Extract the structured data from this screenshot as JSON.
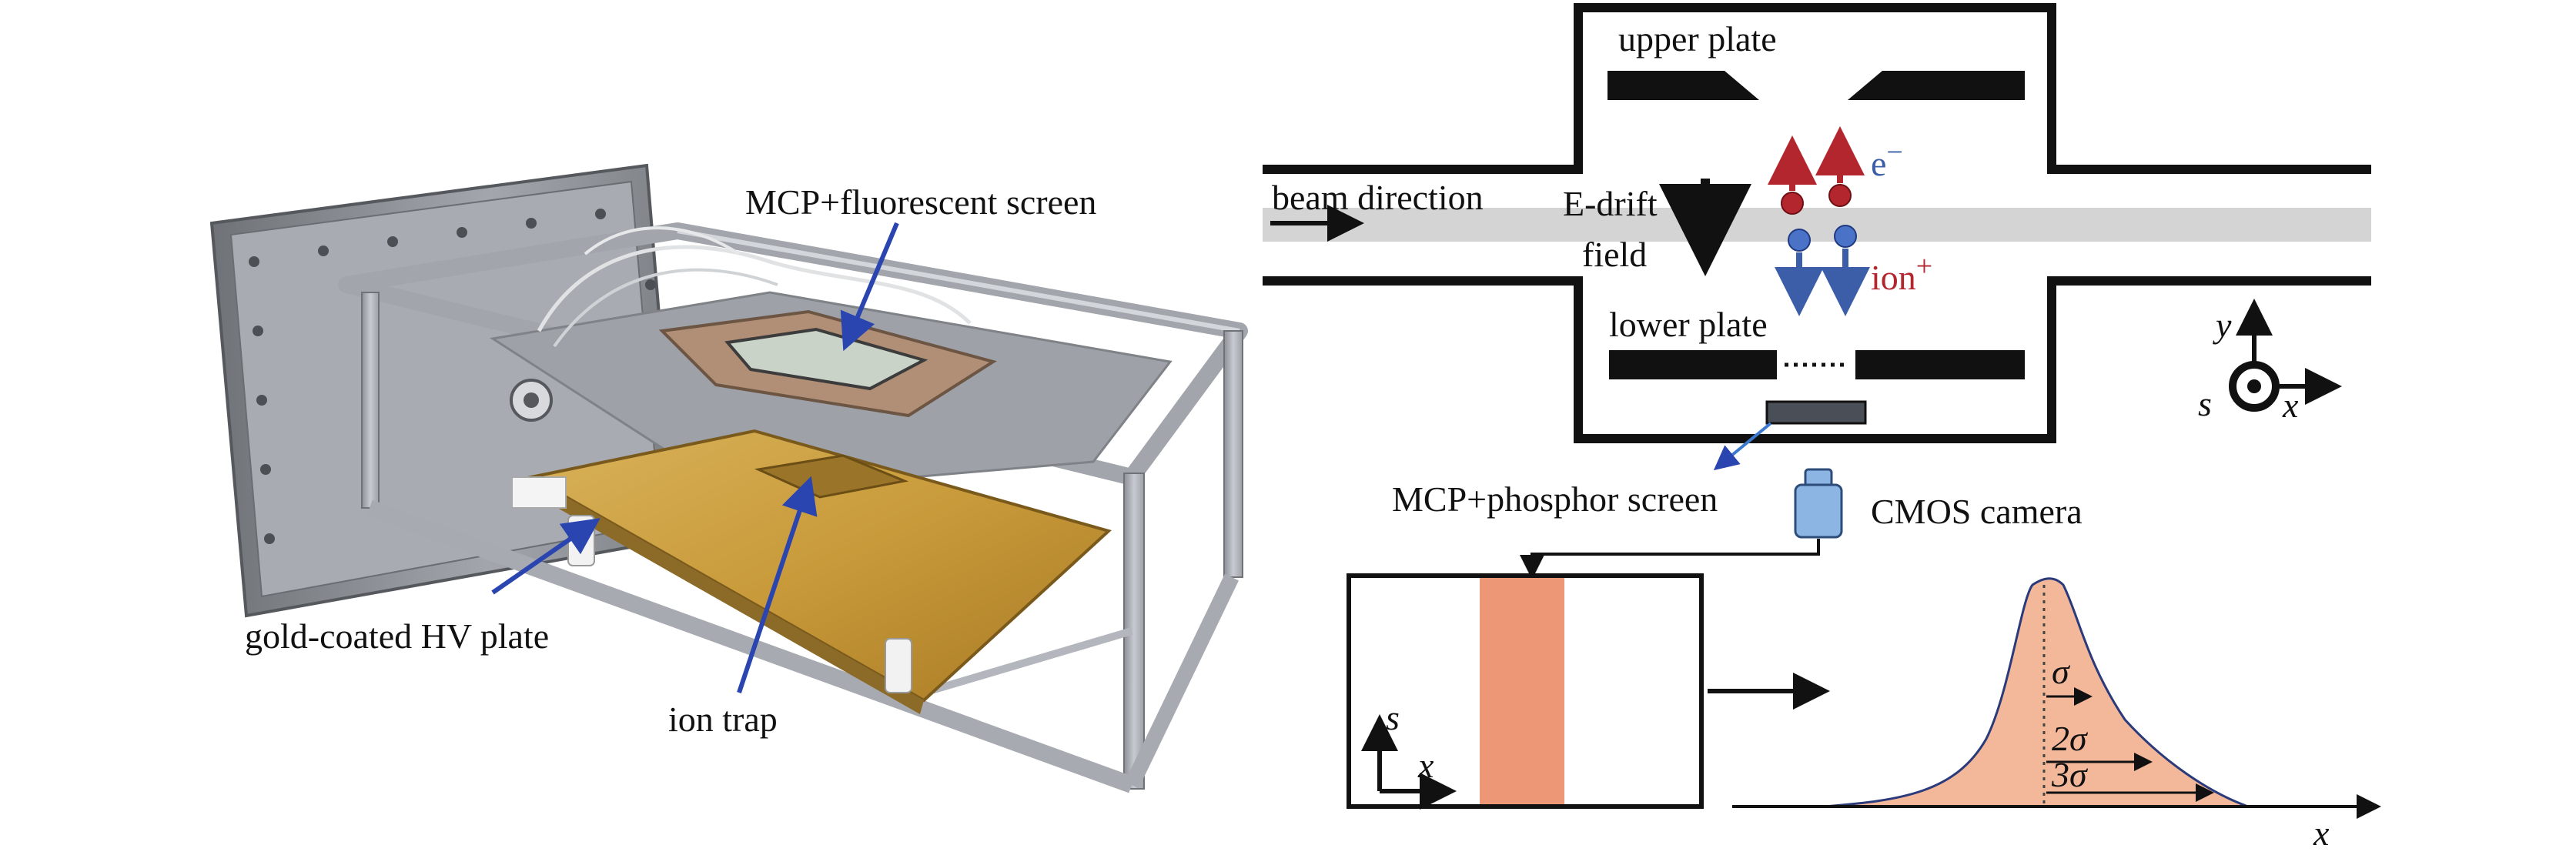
{
  "photo_labels": {
    "mcp_fluorescent": "MCP+fluorescent screen",
    "gold_plate": "gold-coated HV plate",
    "ion_trap": "ion trap"
  },
  "schematic": {
    "upper_plate": "upper plate",
    "lower_plate": "lower plate",
    "beam_direction": "beam direction",
    "e_drift_1": "E-drift",
    "e_drift_2": "field",
    "electron": "e",
    "electron_sup": "−",
    "ion": "ion",
    "ion_sup": "+",
    "mcp_phosphor": "MCP+phosphor screen",
    "cmos": "CMOS camera",
    "axis_y": "y",
    "axis_s": "s",
    "axis_x": "x"
  },
  "profile": {
    "image_axis_s": "s",
    "image_axis_x": "x",
    "sigma1": "σ",
    "sigma2": "2σ",
    "sigma3": "3σ",
    "plot_axis_x": "x"
  },
  "colors": {
    "gold": "#c89a3a",
    "aluminium": "#b8bcc2",
    "beam_band": "#d4d4d4",
    "electron_red": "#b3262e",
    "ion_blue": "#3c5ea8",
    "pointer_blue": "#2a45b0",
    "image_stripe": "#ed9776",
    "profile_fill": "#f3b79a"
  }
}
